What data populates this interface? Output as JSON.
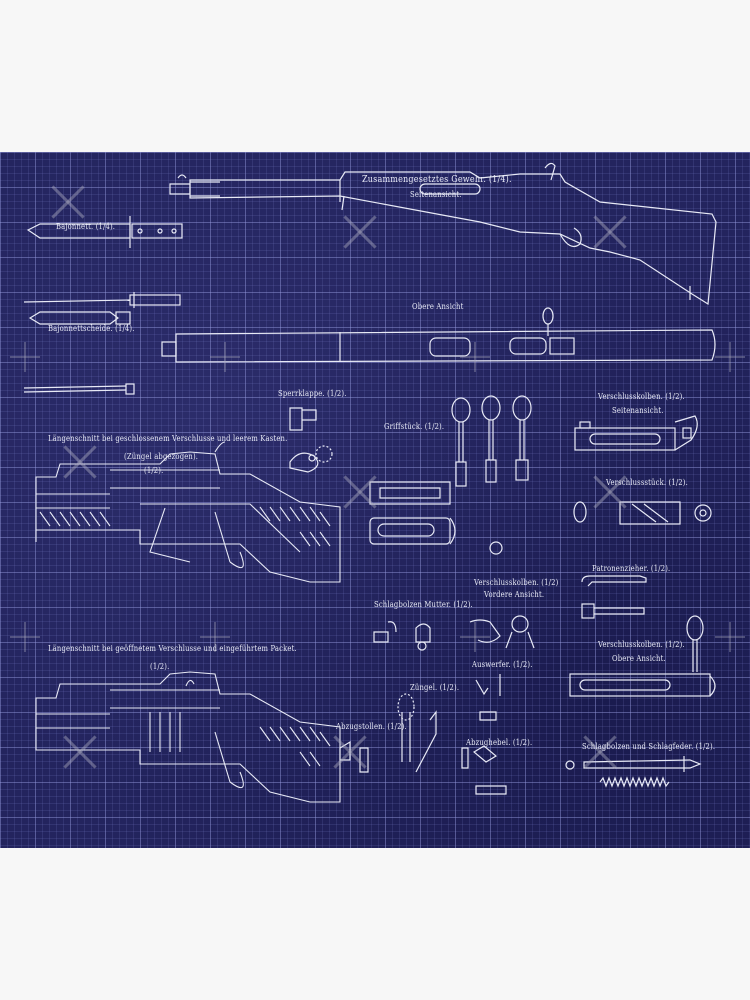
{
  "poster": {
    "background_color": "#f7f7f7",
    "blueprint_color": "#23245e",
    "line_color": "#e8eaf6",
    "labels": {
      "title": "Zusammengesetztes Gewehr. (1/4).",
      "side_view": "Seitenansicht.",
      "top_view": "Obere Ansicht",
      "bayonet": "Bajonnett. (1/4).",
      "scabbard": "Bajonnettscheide. (1/4).",
      "section_closed": "Längenschnitt bei geschlossenem Verschlusse und leerem Kasten.",
      "section_closed_note": "(Züngel abgezogen).",
      "section_closed_scale": "(1/2).",
      "section_open": "Längenschnitt bei geöffnetem Verschlusse und eingeführtem Packet.",
      "section_open_scale": "(1/2).",
      "locking_flap": "Sperrklappe. (1/2).",
      "grip_piece": "Griffstück. (1/2).",
      "bolt_side": "Verschlusskolben. (1/2).",
      "bolt_side_sub": "Seitenansicht.",
      "bolt_piece": "Verschlussstück. (1/2).",
      "firing_pin_nut": "Schlagbolzen Mutter. (1/2).",
      "bolt_front": "Verschlusskolben. (1/2)",
      "bolt_front_sub": "Vordere Ansicht.",
      "extractor": "Patronenzieher. (1/2).",
      "bolt_top": "Verschlusskolben. (1/2).",
      "bolt_top_sub": "Obere Ansicht.",
      "ejector": "Auswerfer. (1/2).",
      "trigger": "Züngel. (1/2).",
      "sear": "Abzugstollen. (1/2).",
      "trigger_lever": "Abzughebel. (1/2).",
      "firing_pin_spring": "Schlagbolzen und Schlagfeder. (1/2)."
    }
  }
}
